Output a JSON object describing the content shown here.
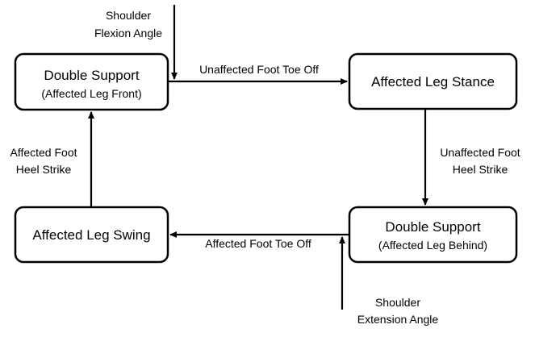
{
  "states": {
    "double_support_front": {
      "line1": "Double Support",
      "line2": "(Affected Leg Front)"
    },
    "affected_stance": {
      "line1": "Affected Leg Stance"
    },
    "double_support_behind": {
      "line1": "Double Support",
      "line2": "(Affected Leg Behind)"
    },
    "affected_swing": {
      "line1": "Affected Leg Swing"
    }
  },
  "transitions": {
    "unaffected_toe_off": "Unaffected Foot Toe Off",
    "unaffected_heel_strike": {
      "line1": "Unaffected Foot",
      "line2": "Heel Strike"
    },
    "affected_toe_off": "Affected Foot Toe Off",
    "affected_heel_strike": {
      "line1": "Affected Foot",
      "line2": "Heel Strike"
    }
  },
  "inputs": {
    "shoulder_flexion": {
      "line1": "Shoulder",
      "line2": "Flexion Angle"
    },
    "shoulder_extension": {
      "line1": "Shoulder",
      "line2": "Extension Angle"
    }
  }
}
